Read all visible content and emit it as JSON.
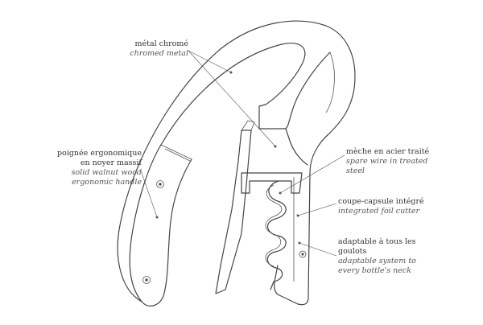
{
  "labels": {
    "chromed_metal": {
      "fr": "métal chromé",
      "en": "chromed metal"
    },
    "walnut_handle": {
      "fr_line1": "poignée ergonomique",
      "fr_line2": "en noyer massif",
      "en_line1": "solid walnut wood",
      "en_line2": "ergonomic handle"
    },
    "spare_wire": {
      "fr": "mèche en acier traité",
      "en_line1": "spare wire in treated",
      "en_line2": "steel"
    },
    "foil_cutter": {
      "fr": "coupe-capsule intégré",
      "en": "integrated foil cutter"
    },
    "adaptable": {
      "fr_line1": "adaptable à tous les",
      "fr_line2": "goulots",
      "en_line1": "adaptable system to",
      "en_line2": "every bottle's neck"
    }
  },
  "colors": {
    "stroke": "#444444",
    "text": "#333333",
    "background": "#ffffff"
  }
}
